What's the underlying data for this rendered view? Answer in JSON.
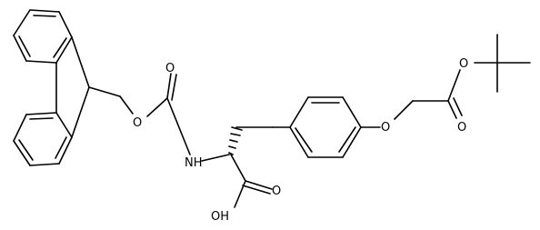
{
  "structure": {
    "atoms": {
      "o_ether": "O",
      "o_carbonyl_fmoc": "O",
      "nh": "NH",
      "o_acid_carbonyl": "O",
      "oh": "OH",
      "o_aryl_ether": "O",
      "o_ester_carbonyl": "O",
      "o_ester": "O"
    }
  },
  "colors": {
    "ink": "#000000",
    "background": "#ffffff"
  }
}
